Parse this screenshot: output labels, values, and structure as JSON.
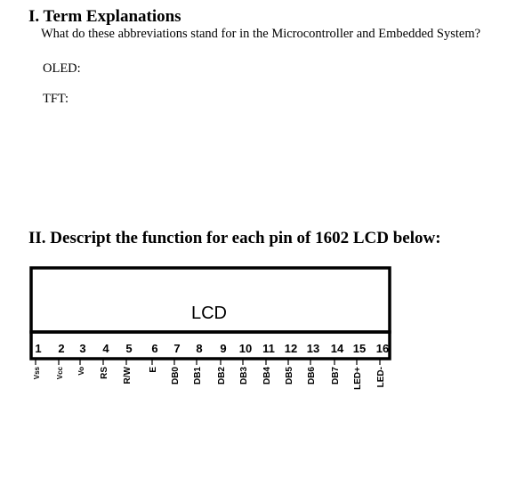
{
  "section1": {
    "heading": "I. Term Explanations",
    "question": "What do these abbreviations stand for in the Microcontroller and Embedded System?",
    "terms": [
      "OLED:",
      "TFT:"
    ]
  },
  "section2": {
    "heading": "II. Descript the function for each pin of 1602 LCD below:"
  },
  "lcd": {
    "label": "LCD",
    "pin_numbers": [
      "1",
      "2",
      "3",
      "4",
      "5",
      "6",
      "7",
      "8",
      "9",
      "10",
      "11",
      "12",
      "13",
      "14",
      "15",
      "16"
    ],
    "pin_names": [
      "Vss",
      "Vcc",
      "Vo",
      "RS",
      "R/W",
      "E",
      "DB0",
      "DB1",
      "DB2",
      "DB3",
      "DB4",
      "DB5",
      "DB6",
      "DB7",
      "LED+",
      "LED-"
    ]
  }
}
